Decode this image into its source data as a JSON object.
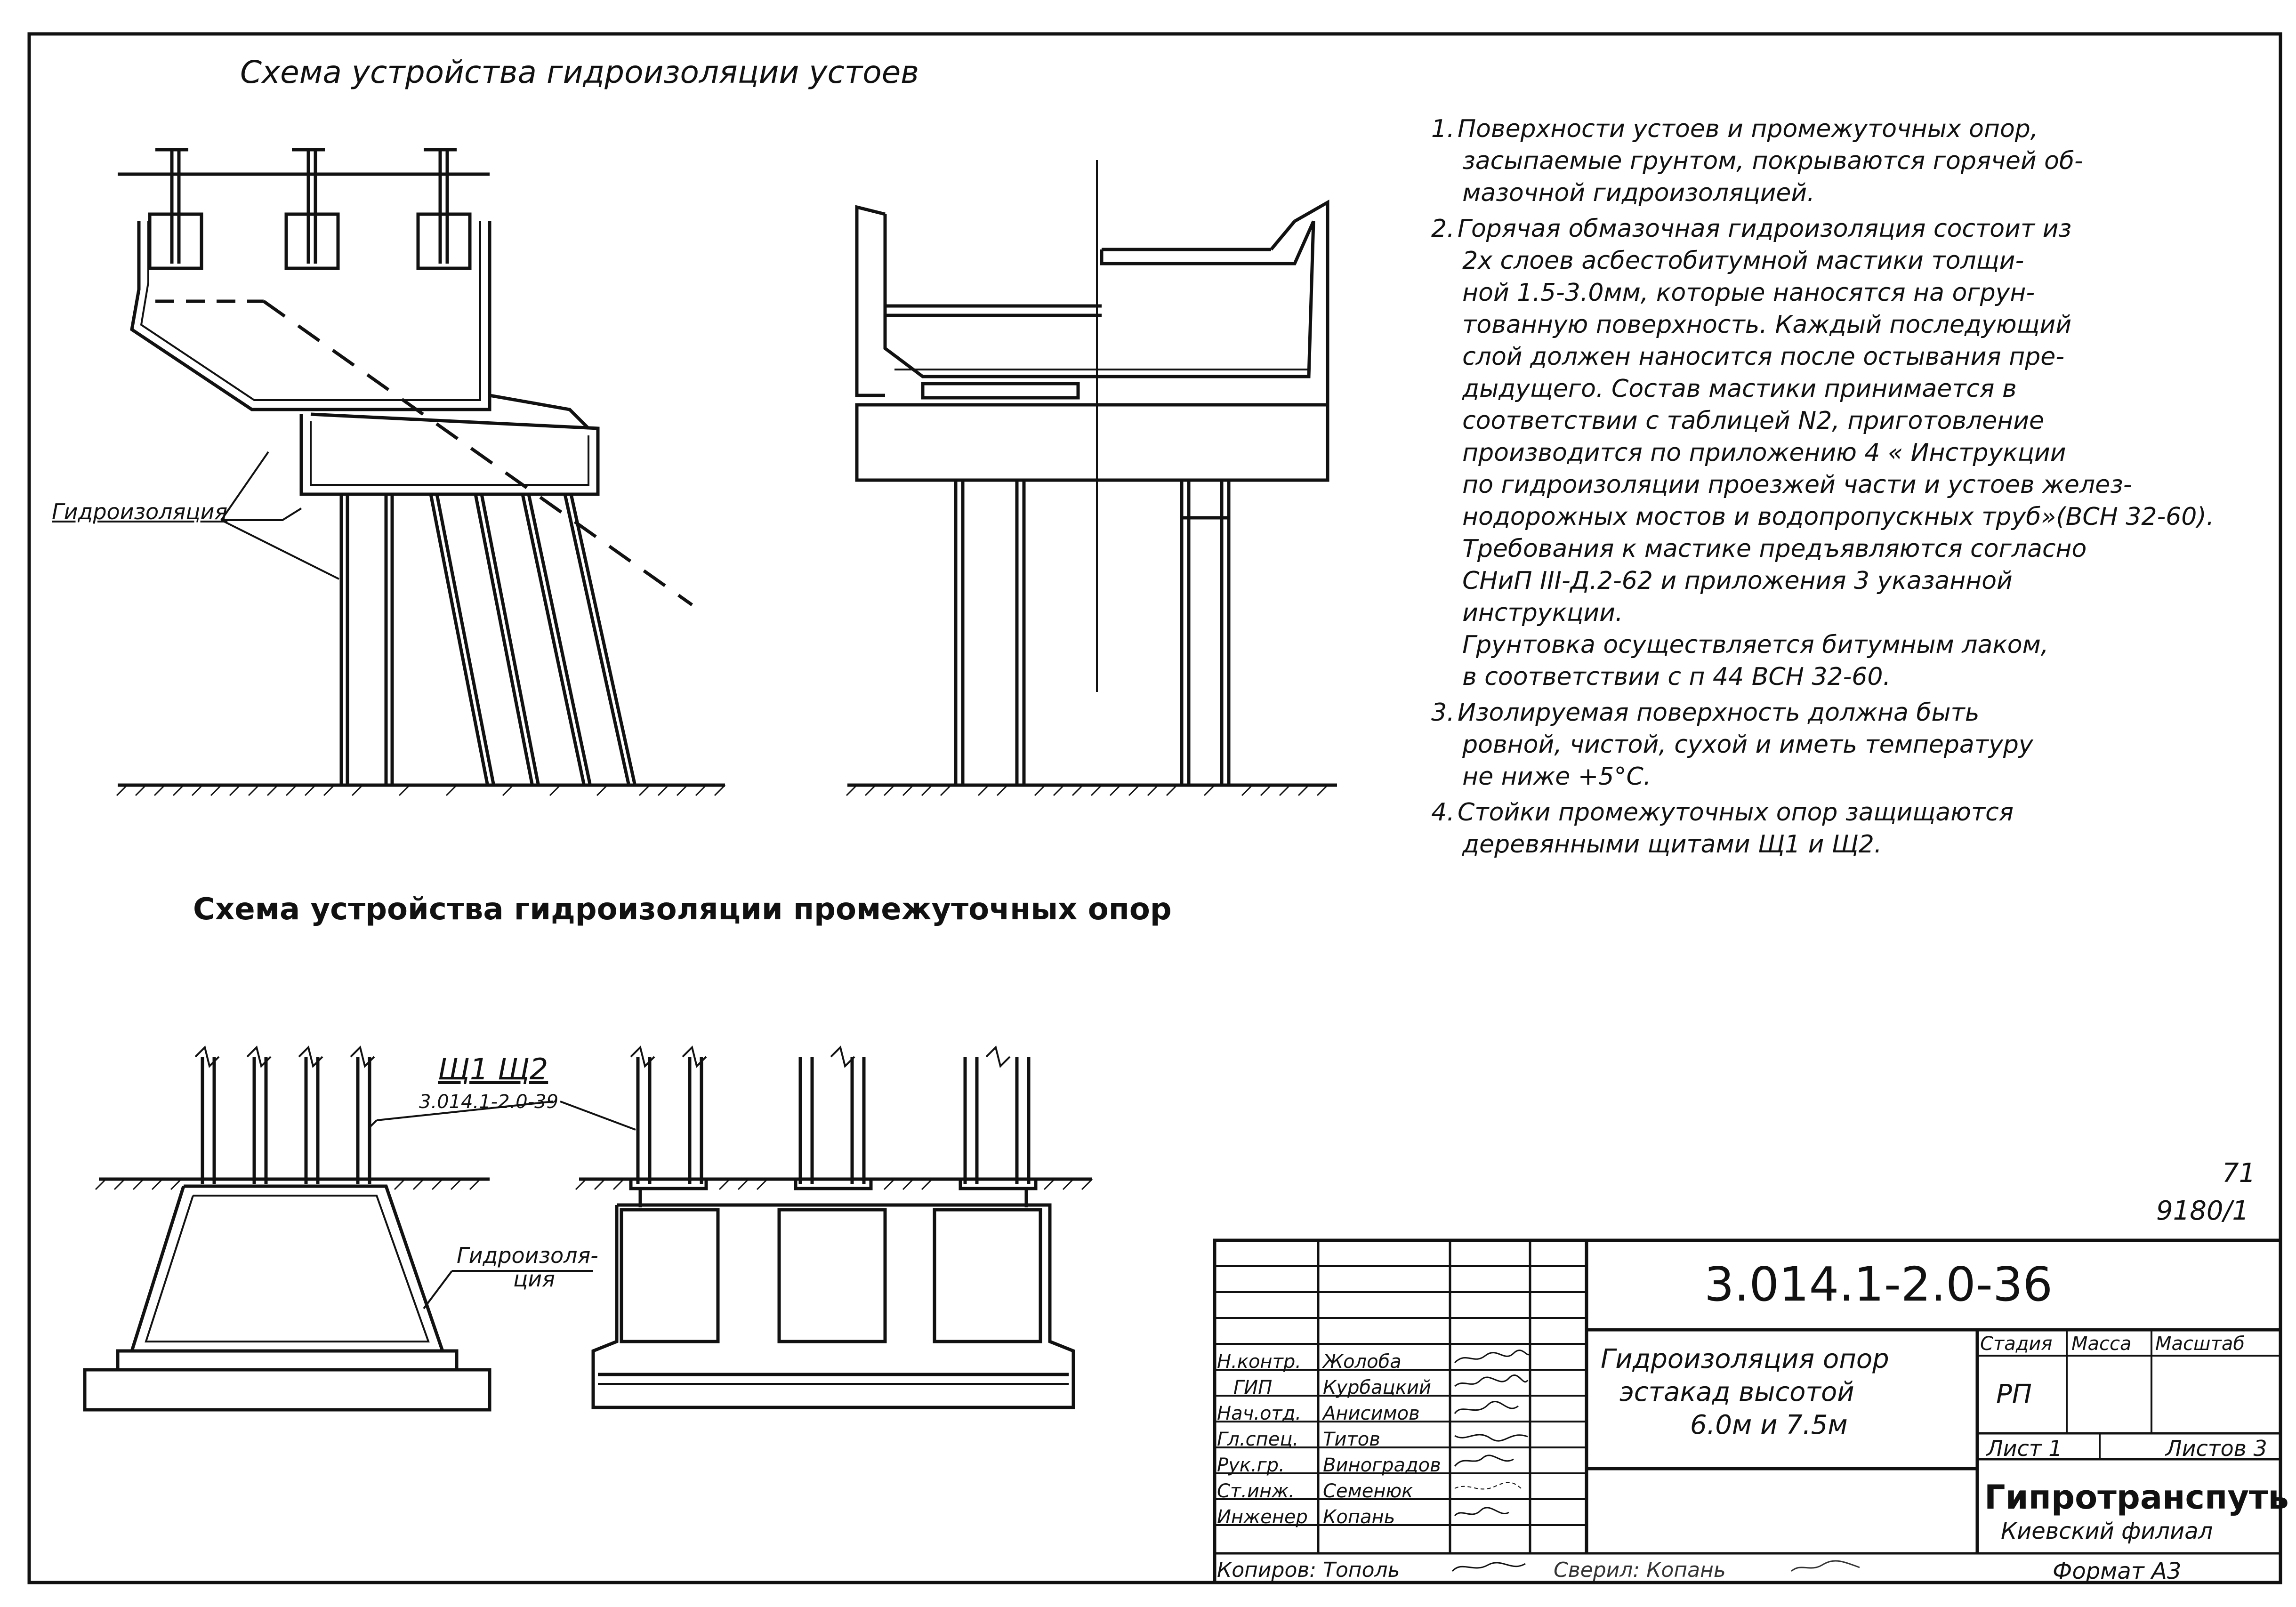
{
  "titles": {
    "abutments": "Схема устройства гидроизоляции устоев",
    "piers": "Схема устройства гидроизоляции промежуточных опор"
  },
  "labels": {
    "waterproofing_abut": "Гидроизоляция",
    "shields": "Щ1 Щ2",
    "shields_ref": "3.014.1-2.0-39",
    "waterproofing_pier_1": "Гидроизоля-",
    "waterproofing_pier_2": "ция"
  },
  "notes": [
    {
      "num": "1.",
      "lines": [
        "Поверхности устоев и промежуточных опор,",
        "засыпаемые грунтом, покрываются горячей об-",
        "мазочной гидроизоляцией."
      ]
    },
    {
      "num": "2.",
      "lines": [
        "Горячая обмазочная гидроизоляция состоит из",
        "2х слоев асбестобитумной мастики толщи-",
        "ной 1.5-3.0мм, которые наносятся на огрун-",
        "тованную поверхность. Каждый последующий",
        "слой должен наносится после остывания пре-",
        "дыдущего. Состав мастики принимается в",
        "соответствии с таблицей N2, приготовление",
        "производится по приложению 4 « Инструкции",
        "по гидроизоляции проезжей части и устоев желез-",
        "нодорожных мостов и водопропускных труб»(ВСН 32-60).",
        "Требования к мастике предъявляются согласно",
        "СНиП III-Д.2-62 и приложения 3 указанной",
        "инструкции.",
        "Грунтовка осуществляется битумным лаком,",
        "в соответствии с п 44 ВСН 32-60."
      ]
    },
    {
      "num": "3.",
      "lines": [
        "Изолируемая поверхность должна быть",
        "ровной, чистой, сухой и иметь температуру",
        "не ниже +5°С."
      ]
    },
    {
      "num": "4.",
      "lines": [
        "Стойки промежуточных опор защищаются",
        "деревянными щитами Щ1 и Щ2."
      ]
    }
  ],
  "sheet_marks": {
    "top": "71",
    "bottom": "9180/1"
  },
  "title_block": {
    "code": "3.014.1-2.0-36",
    "name_lines": [
      "Гидроизоляция опор",
      "эстакад высотой",
      "6.0м и 7.5м"
    ],
    "stage_h": "Стадия",
    "mass_h": "Масса",
    "scale_h": "Масштаб",
    "stage_v": "РП",
    "sheet": "Лист 1",
    "sheets": "Листов 3",
    "org": "Гипротранспуть",
    "branch": "Киевский филиал",
    "format": "Формат А3",
    "roles": [
      {
        "role": "Н.контр.",
        "name": "Жолоба"
      },
      {
        "role": "ГИП",
        "name": "Курбацкий"
      },
      {
        "role": "Нач.отд.",
        "name": "Анисимов"
      },
      {
        "role": "Гл.спец.",
        "name": "Титов"
      },
      {
        "role": "Рук.гр.",
        "name": "Виноградов"
      },
      {
        "role": "Ст.инж.",
        "name": "Семенюк"
      },
      {
        "role": "Инженер",
        "name": "Копань"
      }
    ],
    "copied_label": "Копиров:",
    "copied_name": "Тополь",
    "checked": "Сверил: Копань"
  }
}
